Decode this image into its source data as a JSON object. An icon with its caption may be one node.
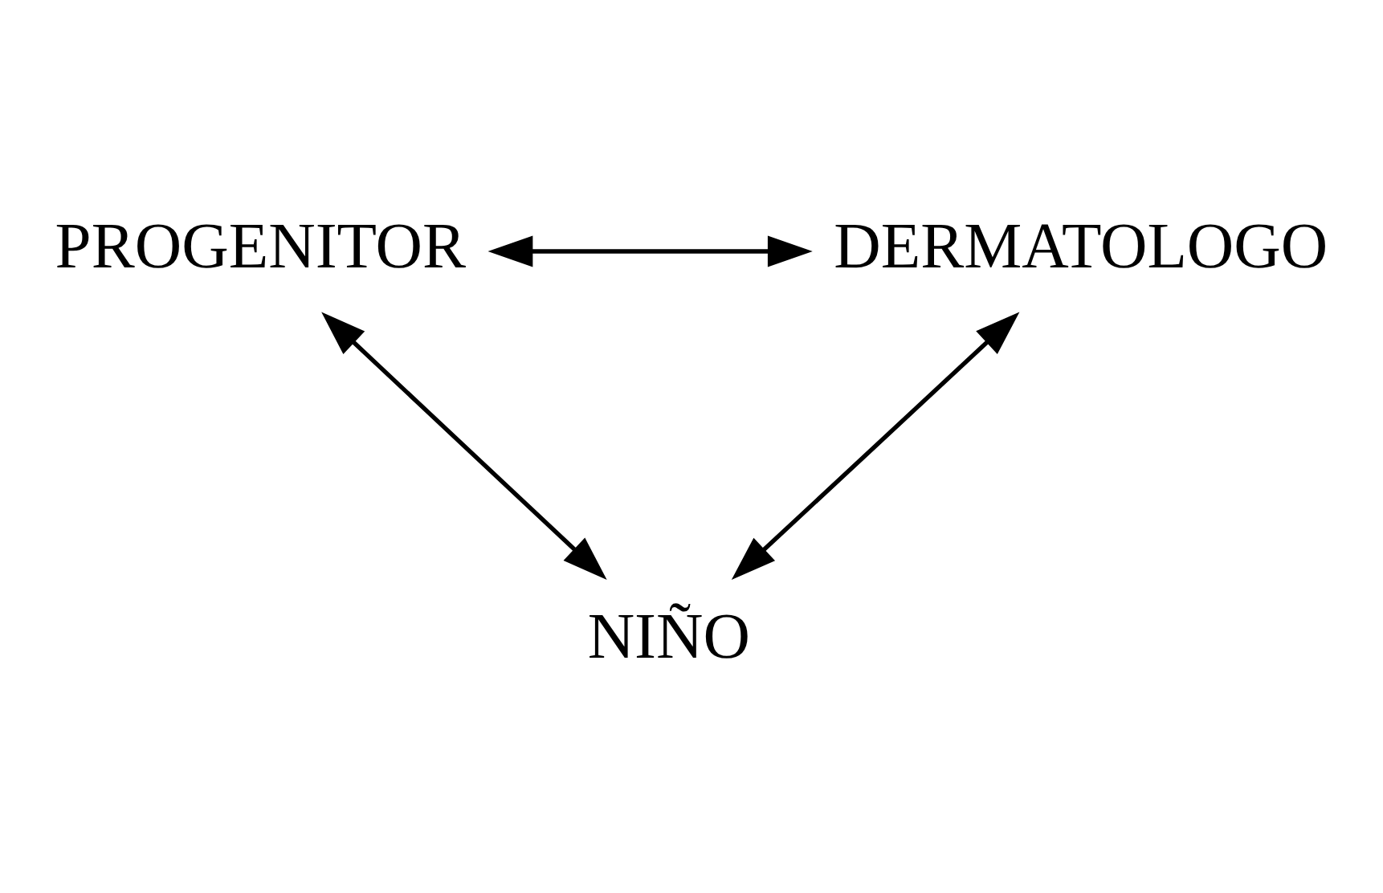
{
  "diagram": {
    "nodes": [
      {
        "text": [
          "NIÑO"
        ]
      },
      {
        "text": [
          "DERMATOLOGO"
        ]
      },
      {
        "text": [
          "PROGENITOR"
        ]
      }
    ],
    "edges": [
      {
        "from": 2,
        "to": 1,
        "arrow": "both"
      },
      {
        "from": 2,
        "to": 0,
        "arrow": "both"
      },
      {
        "from": 1,
        "to": 0,
        "arrow": "both"
      }
    ]
  }
}
